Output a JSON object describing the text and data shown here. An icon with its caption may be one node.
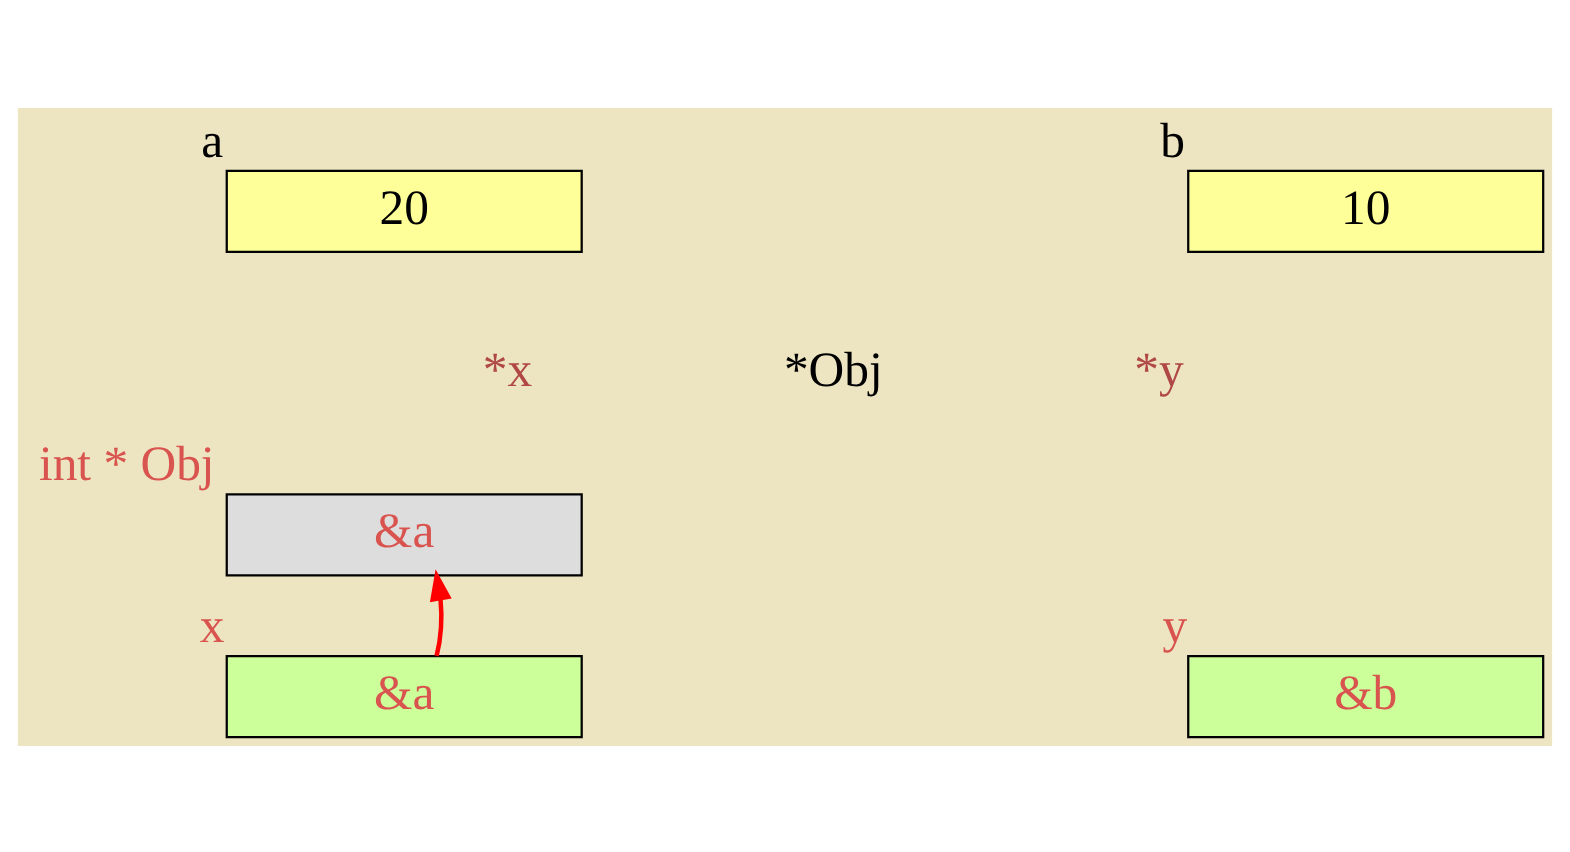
{
  "diagram": {
    "nodes": [
      {
        "text": [
          "20"
        ],
        "beside": [
          "a"
        ]
      },
      {
        "text": [
          "10"
        ],
        "beside": [
          "b"
        ]
      },
      {
        "text": [
          "&a"
        ],
        "beside": [
          "int * Obj"
        ]
      },
      {
        "text": [
          "&a"
        ],
        "beside": [
          "x"
        ]
      },
      {
        "text": [
          "&b"
        ],
        "beside": [
          "y"
        ]
      }
    ],
    "edges": [
      {
        "from": 3,
        "to": 2,
        "arrow": "to",
        "color": "#ff0000"
      }
    ],
    "labels": [
      "*x",
      "*Obj",
      "*y"
    ]
  }
}
